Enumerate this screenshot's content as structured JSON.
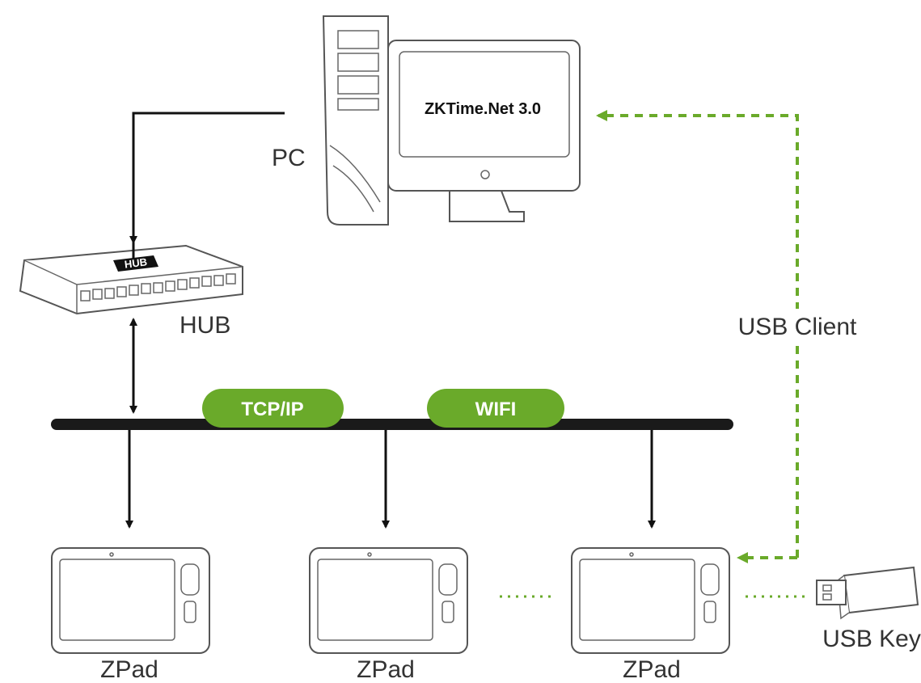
{
  "labels": {
    "pc": "PC",
    "screen": "ZKTime.Net 3.0",
    "hub": "HUB",
    "hub_device": "HUB",
    "tcpip": "TCP/IP",
    "wifi": "WIFI",
    "usb_client": "USB Client",
    "usb_key": "USB Key",
    "zpad_1": "ZPad",
    "zpad_2": "ZPad",
    "zpad_3": "ZPad"
  },
  "colors": {
    "accent_green": "#6aaa2a",
    "bus": "#1a1a1a",
    "text": "#333333"
  },
  "icons": {
    "pc": "desktop-computer-icon",
    "hub": "network-hub-icon",
    "terminal": "zpad-terminal-icon",
    "usb": "usb-key-icon"
  }
}
